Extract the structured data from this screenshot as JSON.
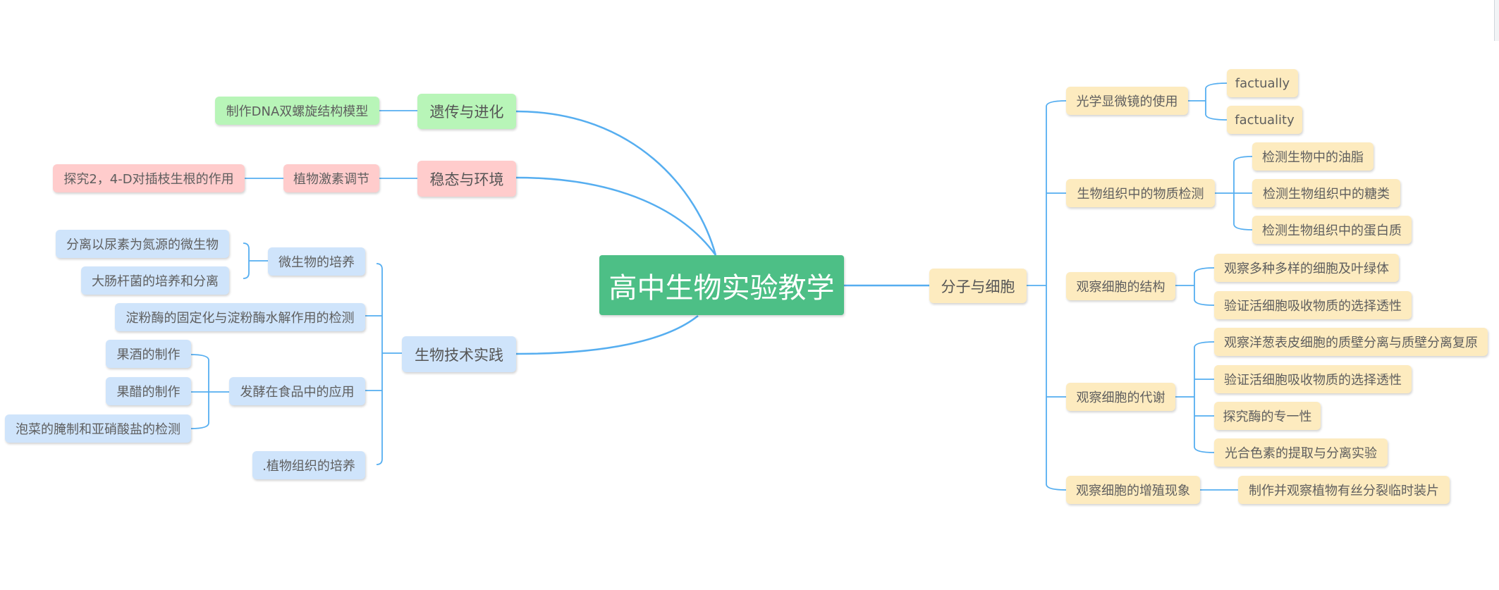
{
  "root": "高中生物实验教学",
  "colors": {
    "root": "#4dbf86",
    "line": "#56aef0",
    "genetics": "#b8f5b8",
    "homeostasis": "#ffcccc",
    "biotech": "#cfe4fb",
    "molecule": "#fdebbf"
  },
  "left": {
    "genetics": {
      "label": "遗传与进化",
      "children": [
        "制作DNA双螺旋结构模型"
      ]
    },
    "homeostasis": {
      "label": "稳态与环境",
      "child": "植物激素调节",
      "grandchild": "探究2，4-D对插枝生根的作用"
    },
    "biotech": {
      "label": "生物技术实践",
      "microbe": {
        "label": "微生物的培养",
        "children": [
          "分离以尿素为氮源的微生物",
          "大肠杆菌的培养和分离"
        ]
      },
      "enzyme": "淀粉酶的固定化与淀粉酶水解作用的检测",
      "ferment": {
        "label": "发酵在食品中的应用",
        "children": [
          "果酒的制作",
          "果醋的制作",
          "泡菜的腌制和亚硝酸盐的检测"
        ]
      },
      "plant": ".植物组织的培养"
    }
  },
  "right": {
    "label": "分子与细胞",
    "microscope": {
      "label": "光学显微镜的使用",
      "children": [
        "factually",
        "factuality"
      ]
    },
    "detect": {
      "label": "生物组织中的物质检测",
      "children": [
        "检测生物中的油脂",
        "检测生物组织中的糖类",
        "检测生物组织中的蛋白质"
      ]
    },
    "structure": {
      "label": "观察细胞的结构",
      "children": [
        "观察多种多样的细胞及叶绿体",
        "验证活细胞吸收物质的选择透性"
      ]
    },
    "metabolism": {
      "label": "观察细胞的代谢",
      "children": [
        "观察洋葱表皮细胞的质壁分离与质壁分离复原",
        "验证活细胞吸收物质的选择透性",
        "探究酶的专一性",
        "光合色素的提取与分离实验"
      ]
    },
    "proliferation": {
      "label": "观察细胞的增殖现象",
      "children": [
        "制作并观察植物有丝分裂临时装片"
      ]
    }
  }
}
